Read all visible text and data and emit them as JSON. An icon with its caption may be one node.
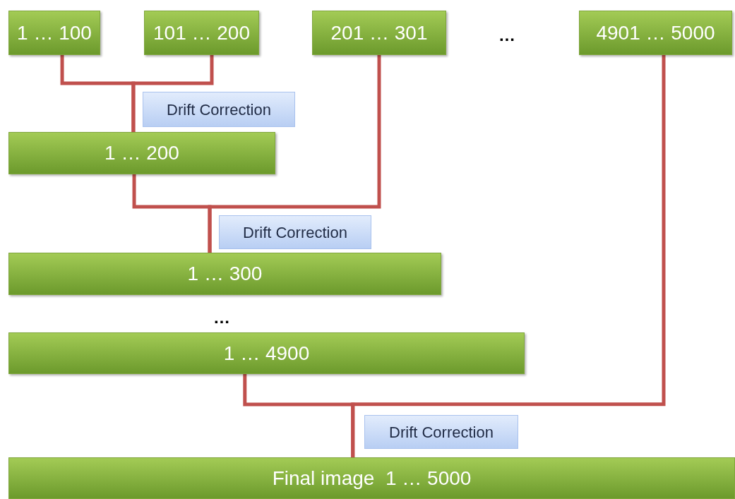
{
  "diagram": {
    "nodes": [
      {
        "text": [
          "1 … 100"
        ]
      },
      {
        "text": [
          "101 … 200"
        ]
      },
      {
        "text": [
          "201 … 301"
        ]
      },
      {
        "text": [
          "4901 … 5000"
        ]
      },
      {
        "text": [
          "Drift Correction"
        ]
      },
      {
        "text": [
          "1 … 200"
        ]
      },
      {
        "text": [
          "Drift Correction"
        ]
      },
      {
        "text": [
          "1 … 300"
        ]
      },
      {
        "text": [
          "1 … 4900"
        ]
      },
      {
        "text": [
          "Drift Correction"
        ]
      },
      {
        "text": [
          "Final image  1 … 5000"
        ]
      }
    ],
    "edges": [
      {
        "from": 0,
        "to": 5,
        "arrow": "none"
      },
      {
        "from": 1,
        "to": 5,
        "arrow": "none"
      },
      {
        "from": 5,
        "to": 7,
        "arrow": "none"
      },
      {
        "from": 2,
        "to": 7,
        "arrow": "none"
      },
      {
        "from": 8,
        "to": 10,
        "arrow": "none"
      },
      {
        "from": 3,
        "to": 10,
        "arrow": "none"
      }
    ],
    "labels": [
      "…",
      "…"
    ]
  }
}
